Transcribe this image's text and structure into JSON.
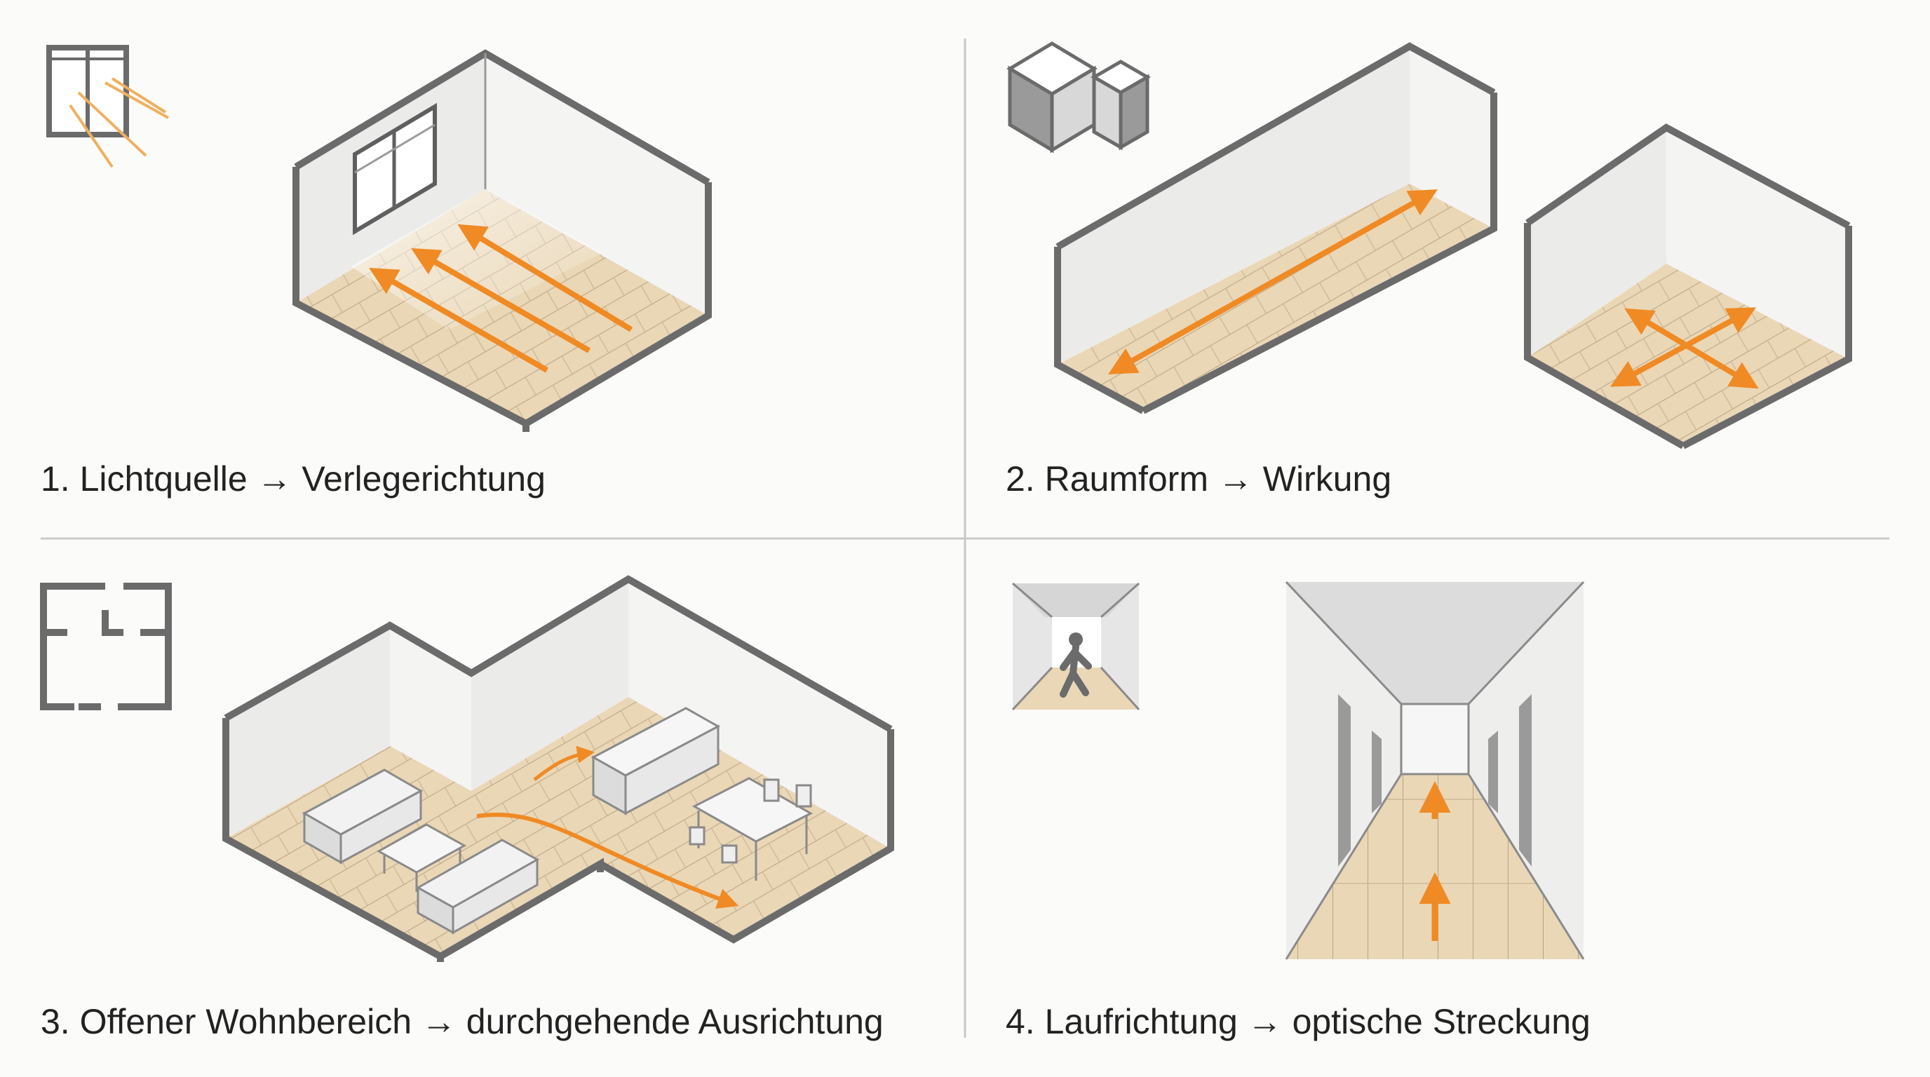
{
  "panels": [
    {
      "caption": "1. Lichtquelle → Verlegerichtung",
      "icon": "window-light-icon"
    },
    {
      "caption": "2. Raumform → Wirkung",
      "icon": "room-shapes-icon"
    },
    {
      "caption": "3. Offener Wohnbereich → durchgehende Ausrichtung",
      "icon": "floor-plan-icon"
    },
    {
      "caption": "4. Laufrichtung → optische Streckung",
      "icon": "person-corridor-icon"
    }
  ],
  "colors": {
    "background": "#fbfbf9",
    "wall_face": "#ebebea",
    "wall_outline": "#6b6b6b",
    "floor_wood": "#ead7b6",
    "plank_line": "#b8a282",
    "arrow_orange": "#f08a24",
    "divider": "#c8c8c8",
    "text": "#222222"
  }
}
